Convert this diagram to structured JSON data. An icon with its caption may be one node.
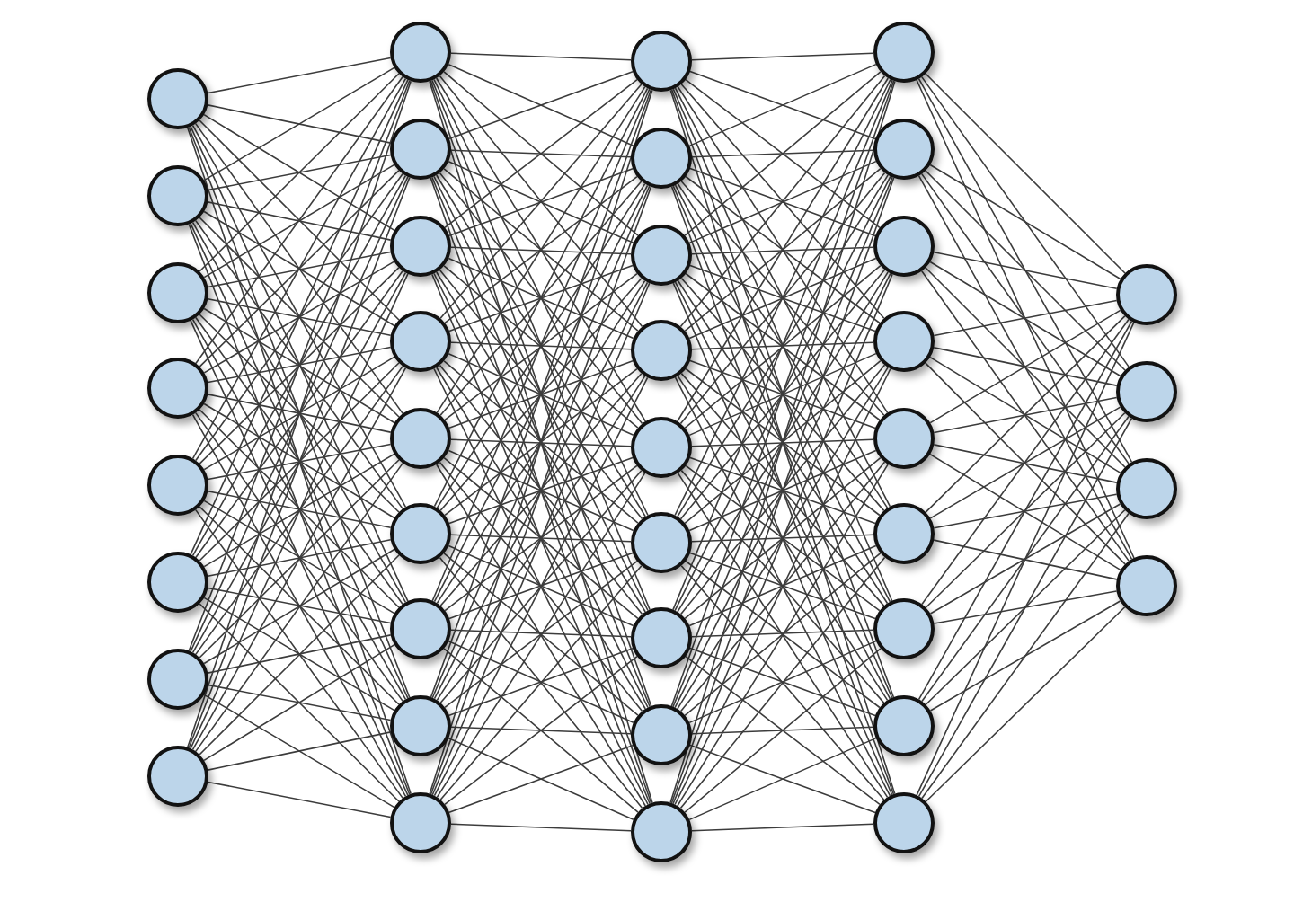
{
  "diagram": {
    "nodes": [
      {
        "text": [],
        "shape": "circle"
      },
      {
        "text": [],
        "shape": "circle"
      },
      {
        "text": [],
        "shape": "circle"
      },
      {
        "text": [],
        "shape": "circle"
      },
      {
        "text": [],
        "shape": "circle"
      },
      {
        "text": [],
        "shape": "circle"
      },
      {
        "text": [],
        "shape": "circle"
      },
      {
        "text": [],
        "shape": "circle"
      },
      {
        "text": [],
        "shape": "circle"
      },
      {
        "text": [],
        "shape": "circle"
      },
      {
        "text": [],
        "shape": "circle"
      },
      {
        "text": [],
        "shape": "circle"
      },
      {
        "text": [],
        "shape": "circle"
      },
      {
        "text": [],
        "shape": "circle"
      },
      {
        "text": [],
        "shape": "circle"
      },
      {
        "text": [],
        "shape": "circle"
      },
      {
        "text": [],
        "shape": "circle"
      },
      {
        "text": [],
        "shape": "circle"
      },
      {
        "text": [],
        "shape": "circle"
      },
      {
        "text": [],
        "shape": "circle"
      },
      {
        "text": [],
        "shape": "circle"
      },
      {
        "text": [],
        "shape": "circle"
      },
      {
        "text": [],
        "shape": "circle"
      },
      {
        "text": [],
        "shape": "circle"
      },
      {
        "text": [],
        "shape": "circle"
      },
      {
        "text": [],
        "shape": "circle"
      },
      {
        "text": [],
        "shape": "circle"
      },
      {
        "text": [],
        "shape": "circle"
      },
      {
        "text": [],
        "shape": "circle"
      },
      {
        "text": [],
        "shape": "circle"
      },
      {
        "text": [],
        "shape": "circle"
      },
      {
        "text": [],
        "shape": "circle"
      },
      {
        "text": [],
        "shape": "circle"
      },
      {
        "text": [],
        "shape": "circle"
      },
      {
        "text": [],
        "shape": "circle"
      },
      {
        "text": [],
        "shape": "circle"
      },
      {
        "text": [],
        "shape": "circle"
      },
      {
        "text": [],
        "shape": "circle"
      },
      {
        "text": [],
        "shape": "circle"
      }
    ],
    "edges": [
      {
        "from": 0,
        "to": 8,
        "arrow": "none"
      },
      {
        "from": 0,
        "to": 9,
        "arrow": "none"
      },
      {
        "from": 0,
        "to": 10,
        "arrow": "none"
      },
      {
        "from": 0,
        "to": 11,
        "arrow": "none"
      },
      {
        "from": 0,
        "to": 12,
        "arrow": "none"
      },
      {
        "from": 0,
        "to": 13,
        "arrow": "none"
      },
      {
        "from": 0,
        "to": 14,
        "arrow": "none"
      },
      {
        "from": 0,
        "to": 15,
        "arrow": "none"
      },
      {
        "from": 0,
        "to": 16,
        "arrow": "none"
      },
      {
        "from": 1,
        "to": 8,
        "arrow": "none"
      },
      {
        "from": 1,
        "to": 9,
        "arrow": "none"
      },
      {
        "from": 1,
        "to": 10,
        "arrow": "none"
      },
      {
        "from": 1,
        "to": 11,
        "arrow": "none"
      },
      {
        "from": 1,
        "to": 12,
        "arrow": "none"
      },
      {
        "from": 1,
        "to": 13,
        "arrow": "none"
      },
      {
        "from": 1,
        "to": 14,
        "arrow": "none"
      },
      {
        "from": 1,
        "to": 15,
        "arrow": "none"
      },
      {
        "from": 1,
        "to": 16,
        "arrow": "none"
      },
      {
        "from": 2,
        "to": 8,
        "arrow": "none"
      },
      {
        "from": 2,
        "to": 9,
        "arrow": "none"
      },
      {
        "from": 2,
        "to": 10,
        "arrow": "none"
      },
      {
        "from": 2,
        "to": 11,
        "arrow": "none"
      },
      {
        "from": 2,
        "to": 12,
        "arrow": "none"
      },
      {
        "from": 2,
        "to": 13,
        "arrow": "none"
      },
      {
        "from": 2,
        "to": 14,
        "arrow": "none"
      },
      {
        "from": 2,
        "to": 15,
        "arrow": "none"
      },
      {
        "from": 2,
        "to": 16,
        "arrow": "none"
      },
      {
        "from": 3,
        "to": 8,
        "arrow": "none"
      },
      {
        "from": 3,
        "to": 9,
        "arrow": "none"
      },
      {
        "from": 3,
        "to": 10,
        "arrow": "none"
      },
      {
        "from": 3,
        "to": 11,
        "arrow": "none"
      },
      {
        "from": 3,
        "to": 12,
        "arrow": "none"
      },
      {
        "from": 3,
        "to": 13,
        "arrow": "none"
      },
      {
        "from": 3,
        "to": 14,
        "arrow": "none"
      },
      {
        "from": 3,
        "to": 15,
        "arrow": "none"
      },
      {
        "from": 3,
        "to": 16,
        "arrow": "none"
      },
      {
        "from": 4,
        "to": 8,
        "arrow": "none"
      },
      {
        "from": 4,
        "to": 9,
        "arrow": "none"
      },
      {
        "from": 4,
        "to": 10,
        "arrow": "none"
      },
      {
        "from": 4,
        "to": 11,
        "arrow": "none"
      },
      {
        "from": 4,
        "to": 12,
        "arrow": "none"
      },
      {
        "from": 4,
        "to": 13,
        "arrow": "none"
      },
      {
        "from": 4,
        "to": 14,
        "arrow": "none"
      },
      {
        "from": 4,
        "to": 15,
        "arrow": "none"
      },
      {
        "from": 4,
        "to": 16,
        "arrow": "none"
      },
      {
        "from": 5,
        "to": 8,
        "arrow": "none"
      },
      {
        "from": 5,
        "to": 9,
        "arrow": "none"
      },
      {
        "from": 5,
        "to": 10,
        "arrow": "none"
      },
      {
        "from": 5,
        "to": 11,
        "arrow": "none"
      },
      {
        "from": 5,
        "to": 12,
        "arrow": "none"
      },
      {
        "from": 5,
        "to": 13,
        "arrow": "none"
      },
      {
        "from": 5,
        "to": 14,
        "arrow": "none"
      },
      {
        "from": 5,
        "to": 15,
        "arrow": "none"
      },
      {
        "from": 5,
        "to": 16,
        "arrow": "none"
      },
      {
        "from": 6,
        "to": 8,
        "arrow": "none"
      },
      {
        "from": 6,
        "to": 9,
        "arrow": "none"
      },
      {
        "from": 6,
        "to": 10,
        "arrow": "none"
      },
      {
        "from": 6,
        "to": 11,
        "arrow": "none"
      },
      {
        "from": 6,
        "to": 12,
        "arrow": "none"
      },
      {
        "from": 6,
        "to": 13,
        "arrow": "none"
      },
      {
        "from": 6,
        "to": 14,
        "arrow": "none"
      },
      {
        "from": 6,
        "to": 15,
        "arrow": "none"
      },
      {
        "from": 6,
        "to": 16,
        "arrow": "none"
      },
      {
        "from": 7,
        "to": 8,
        "arrow": "none"
      },
      {
        "from": 7,
        "to": 9,
        "arrow": "none"
      },
      {
        "from": 7,
        "to": 10,
        "arrow": "none"
      },
      {
        "from": 7,
        "to": 11,
        "arrow": "none"
      },
      {
        "from": 7,
        "to": 12,
        "arrow": "none"
      },
      {
        "from": 7,
        "to": 13,
        "arrow": "none"
      },
      {
        "from": 7,
        "to": 14,
        "arrow": "none"
      },
      {
        "from": 7,
        "to": 15,
        "arrow": "none"
      },
      {
        "from": 7,
        "to": 16,
        "arrow": "none"
      },
      {
        "from": 8,
        "to": 17,
        "arrow": "none"
      },
      {
        "from": 8,
        "to": 18,
        "arrow": "none"
      },
      {
        "from": 8,
        "to": 19,
        "arrow": "none"
      },
      {
        "from": 8,
        "to": 20,
        "arrow": "none"
      },
      {
        "from": 8,
        "to": 21,
        "arrow": "none"
      },
      {
        "from": 8,
        "to": 22,
        "arrow": "none"
      },
      {
        "from": 8,
        "to": 23,
        "arrow": "none"
      },
      {
        "from": 8,
        "to": 24,
        "arrow": "none"
      },
      {
        "from": 8,
        "to": 25,
        "arrow": "none"
      },
      {
        "from": 9,
        "to": 17,
        "arrow": "none"
      },
      {
        "from": 9,
        "to": 18,
        "arrow": "none"
      },
      {
        "from": 9,
        "to": 19,
        "arrow": "none"
      },
      {
        "from": 9,
        "to": 20,
        "arrow": "none"
      },
      {
        "from": 9,
        "to": 21,
        "arrow": "none"
      },
      {
        "from": 9,
        "to": 22,
        "arrow": "none"
      },
      {
        "from": 9,
        "to": 23,
        "arrow": "none"
      },
      {
        "from": 9,
        "to": 24,
        "arrow": "none"
      },
      {
        "from": 9,
        "to": 25,
        "arrow": "none"
      },
      {
        "from": 10,
        "to": 17,
        "arrow": "none"
      },
      {
        "from": 10,
        "to": 18,
        "arrow": "none"
      },
      {
        "from": 10,
        "to": 19,
        "arrow": "none"
      },
      {
        "from": 10,
        "to": 20,
        "arrow": "none"
      },
      {
        "from": 10,
        "to": 21,
        "arrow": "none"
      },
      {
        "from": 10,
        "to": 22,
        "arrow": "none"
      },
      {
        "from": 10,
        "to": 23,
        "arrow": "none"
      },
      {
        "from": 10,
        "to": 24,
        "arrow": "none"
      },
      {
        "from": 10,
        "to": 25,
        "arrow": "none"
      },
      {
        "from": 11,
        "to": 17,
        "arrow": "none"
      },
      {
        "from": 11,
        "to": 18,
        "arrow": "none"
      },
      {
        "from": 11,
        "to": 19,
        "arrow": "none"
      },
      {
        "from": 11,
        "to": 20,
        "arrow": "none"
      },
      {
        "from": 11,
        "to": 21,
        "arrow": "none"
      },
      {
        "from": 11,
        "to": 22,
        "arrow": "none"
      },
      {
        "from": 11,
        "to": 23,
        "arrow": "none"
      },
      {
        "from": 11,
        "to": 24,
        "arrow": "none"
      },
      {
        "from": 11,
        "to": 25,
        "arrow": "none"
      },
      {
        "from": 12,
        "to": 17,
        "arrow": "none"
      },
      {
        "from": 12,
        "to": 18,
        "arrow": "none"
      },
      {
        "from": 12,
        "to": 19,
        "arrow": "none"
      },
      {
        "from": 12,
        "to": 20,
        "arrow": "none"
      },
      {
        "from": 12,
        "to": 21,
        "arrow": "none"
      },
      {
        "from": 12,
        "to": 22,
        "arrow": "none"
      },
      {
        "from": 12,
        "to": 23,
        "arrow": "none"
      },
      {
        "from": 12,
        "to": 24,
        "arrow": "none"
      },
      {
        "from": 12,
        "to": 25,
        "arrow": "none"
      },
      {
        "from": 13,
        "to": 17,
        "arrow": "none"
      },
      {
        "from": 13,
        "to": 18,
        "arrow": "none"
      },
      {
        "from": 13,
        "to": 19,
        "arrow": "none"
      },
      {
        "from": 13,
        "to": 20,
        "arrow": "none"
      },
      {
        "from": 13,
        "to": 21,
        "arrow": "none"
      },
      {
        "from": 13,
        "to": 22,
        "arrow": "none"
      },
      {
        "from": 13,
        "to": 23,
        "arrow": "none"
      },
      {
        "from": 13,
        "to": 24,
        "arrow": "none"
      },
      {
        "from": 13,
        "to": 25,
        "arrow": "none"
      },
      {
        "from": 14,
        "to": 17,
        "arrow": "none"
      },
      {
        "from": 14,
        "to": 18,
        "arrow": "none"
      },
      {
        "from": 14,
        "to": 19,
        "arrow": "none"
      },
      {
        "from": 14,
        "to": 20,
        "arrow": "none"
      },
      {
        "from": 14,
        "to": 21,
        "arrow": "none"
      },
      {
        "from": 14,
        "to": 22,
        "arrow": "none"
      },
      {
        "from": 14,
        "to": 23,
        "arrow": "none"
      },
      {
        "from": 14,
        "to": 24,
        "arrow": "none"
      },
      {
        "from": 14,
        "to": 25,
        "arrow": "none"
      },
      {
        "from": 15,
        "to": 17,
        "arrow": "none"
      },
      {
        "from": 15,
        "to": 18,
        "arrow": "none"
      },
      {
        "from": 15,
        "to": 19,
        "arrow": "none"
      },
      {
        "from": 15,
        "to": 20,
        "arrow": "none"
      },
      {
        "from": 15,
        "to": 21,
        "arrow": "none"
      },
      {
        "from": 15,
        "to": 22,
        "arrow": "none"
      },
      {
        "from": 15,
        "to": 23,
        "arrow": "none"
      },
      {
        "from": 15,
        "to": 24,
        "arrow": "none"
      },
      {
        "from": 15,
        "to": 25,
        "arrow": "none"
      },
      {
        "from": 16,
        "to": 17,
        "arrow": "none"
      },
      {
        "from": 16,
        "to": 18,
        "arrow": "none"
      },
      {
        "from": 16,
        "to": 19,
        "arrow": "none"
      },
      {
        "from": 16,
        "to": 20,
        "arrow": "none"
      },
      {
        "from": 16,
        "to": 21,
        "arrow": "none"
      },
      {
        "from": 16,
        "to": 22,
        "arrow": "none"
      },
      {
        "from": 16,
        "to": 23,
        "arrow": "none"
      },
      {
        "from": 16,
        "to": 24,
        "arrow": "none"
      },
      {
        "from": 16,
        "to": 25,
        "arrow": "none"
      },
      {
        "from": 17,
        "to": 26,
        "arrow": "none"
      },
      {
        "from": 17,
        "to": 27,
        "arrow": "none"
      },
      {
        "from": 17,
        "to": 28,
        "arrow": "none"
      },
      {
        "from": 17,
        "to": 29,
        "arrow": "none"
      },
      {
        "from": 17,
        "to": 30,
        "arrow": "none"
      },
      {
        "from": 17,
        "to": 31,
        "arrow": "none"
      },
      {
        "from": 17,
        "to": 32,
        "arrow": "none"
      },
      {
        "from": 17,
        "to": 33,
        "arrow": "none"
      },
      {
        "from": 17,
        "to": 34,
        "arrow": "none"
      },
      {
        "from": 18,
        "to": 26,
        "arrow": "none"
      },
      {
        "from": 18,
        "to": 27,
        "arrow": "none"
      },
      {
        "from": 18,
        "to": 28,
        "arrow": "none"
      },
      {
        "from": 18,
        "to": 29,
        "arrow": "none"
      },
      {
        "from": 18,
        "to": 30,
        "arrow": "none"
      },
      {
        "from": 18,
        "to": 31,
        "arrow": "none"
      },
      {
        "from": 18,
        "to": 32,
        "arrow": "none"
      },
      {
        "from": 18,
        "to": 33,
        "arrow": "none"
      },
      {
        "from": 18,
        "to": 34,
        "arrow": "none"
      },
      {
        "from": 19,
        "to": 26,
        "arrow": "none"
      },
      {
        "from": 19,
        "to": 27,
        "arrow": "none"
      },
      {
        "from": 19,
        "to": 28,
        "arrow": "none"
      },
      {
        "from": 19,
        "to": 29,
        "arrow": "none"
      },
      {
        "from": 19,
        "to": 30,
        "arrow": "none"
      },
      {
        "from": 19,
        "to": 31,
        "arrow": "none"
      },
      {
        "from": 19,
        "to": 32,
        "arrow": "none"
      },
      {
        "from": 19,
        "to": 33,
        "arrow": "none"
      },
      {
        "from": 19,
        "to": 34,
        "arrow": "none"
      },
      {
        "from": 20,
        "to": 26,
        "arrow": "none"
      },
      {
        "from": 20,
        "to": 27,
        "arrow": "none"
      },
      {
        "from": 20,
        "to": 28,
        "arrow": "none"
      },
      {
        "from": 20,
        "to": 29,
        "arrow": "none"
      },
      {
        "from": 20,
        "to": 30,
        "arrow": "none"
      },
      {
        "from": 20,
        "to": 31,
        "arrow": "none"
      },
      {
        "from": 20,
        "to": 32,
        "arrow": "none"
      },
      {
        "from": 20,
        "to": 33,
        "arrow": "none"
      },
      {
        "from": 20,
        "to": 34,
        "arrow": "none"
      },
      {
        "from": 21,
        "to": 26,
        "arrow": "none"
      },
      {
        "from": 21,
        "to": 27,
        "arrow": "none"
      },
      {
        "from": 21,
        "to": 28,
        "arrow": "none"
      },
      {
        "from": 21,
        "to": 29,
        "arrow": "none"
      },
      {
        "from": 21,
        "to": 30,
        "arrow": "none"
      },
      {
        "from": 21,
        "to": 31,
        "arrow": "none"
      },
      {
        "from": 21,
        "to": 32,
        "arrow": "none"
      },
      {
        "from": 21,
        "to": 33,
        "arrow": "none"
      },
      {
        "from": 21,
        "to": 34,
        "arrow": "none"
      },
      {
        "from": 22,
        "to": 26,
        "arrow": "none"
      },
      {
        "from": 22,
        "to": 27,
        "arrow": "none"
      },
      {
        "from": 22,
        "to": 28,
        "arrow": "none"
      },
      {
        "from": 22,
        "to": 29,
        "arrow": "none"
      },
      {
        "from": 22,
        "to": 30,
        "arrow": "none"
      },
      {
        "from": 22,
        "to": 31,
        "arrow": "none"
      },
      {
        "from": 22,
        "to": 32,
        "arrow": "none"
      },
      {
        "from": 22,
        "to": 33,
        "arrow": "none"
      },
      {
        "from": 22,
        "to": 34,
        "arrow": "none"
      },
      {
        "from": 23,
        "to": 26,
        "arrow": "none"
      },
      {
        "from": 23,
        "to": 27,
        "arrow": "none"
      },
      {
        "from": 23,
        "to": 28,
        "arrow": "none"
      },
      {
        "from": 23,
        "to": 29,
        "arrow": "none"
      },
      {
        "from": 23,
        "to": 30,
        "arrow": "none"
      },
      {
        "from": 23,
        "to": 31,
        "arrow": "none"
      },
      {
        "from": 23,
        "to": 32,
        "arrow": "none"
      },
      {
        "from": 23,
        "to": 33,
        "arrow": "none"
      },
      {
        "from": 23,
        "to": 34,
        "arrow": "none"
      },
      {
        "from": 24,
        "to": 26,
        "arrow": "none"
      },
      {
        "from": 24,
        "to": 27,
        "arrow": "none"
      },
      {
        "from": 24,
        "to": 28,
        "arrow": "none"
      },
      {
        "from": 24,
        "to": 29,
        "arrow": "none"
      },
      {
        "from": 24,
        "to": 30,
        "arrow": "none"
      },
      {
        "from": 24,
        "to": 31,
        "arrow": "none"
      },
      {
        "from": 24,
        "to": 32,
        "arrow": "none"
      },
      {
        "from": 24,
        "to": 33,
        "arrow": "none"
      },
      {
        "from": 24,
        "to": 34,
        "arrow": "none"
      },
      {
        "from": 25,
        "to": 26,
        "arrow": "none"
      },
      {
        "from": 25,
        "to": 27,
        "arrow": "none"
      },
      {
        "from": 25,
        "to": 28,
        "arrow": "none"
      },
      {
        "from": 25,
        "to": 29,
        "arrow": "none"
      },
      {
        "from": 25,
        "to": 30,
        "arrow": "none"
      },
      {
        "from": 25,
        "to": 31,
        "arrow": "none"
      },
      {
        "from": 25,
        "to": 32,
        "arrow": "none"
      },
      {
        "from": 25,
        "to": 33,
        "arrow": "none"
      },
      {
        "from": 25,
        "to": 34,
        "arrow": "none"
      },
      {
        "from": 26,
        "to": 35,
        "arrow": "none"
      },
      {
        "from": 26,
        "to": 36,
        "arrow": "none"
      },
      {
        "from": 26,
        "to": 37,
        "arrow": "none"
      },
      {
        "from": 26,
        "to": 38,
        "arrow": "none"
      },
      {
        "from": 27,
        "to": 35,
        "arrow": "none"
      },
      {
        "from": 27,
        "to": 36,
        "arrow": "none"
      },
      {
        "from": 27,
        "to": 37,
        "arrow": "none"
      },
      {
        "from": 27,
        "to": 38,
        "arrow": "none"
      },
      {
        "from": 28,
        "to": 35,
        "arrow": "none"
      },
      {
        "from": 28,
        "to": 36,
        "arrow": "none"
      },
      {
        "from": 28,
        "to": 37,
        "arrow": "none"
      },
      {
        "from": 28,
        "to": 38,
        "arrow": "none"
      },
      {
        "from": 29,
        "to": 35,
        "arrow": "none"
      },
      {
        "from": 29,
        "to": 36,
        "arrow": "none"
      },
      {
        "from": 29,
        "to": 37,
        "arrow": "none"
      },
      {
        "from": 29,
        "to": 38,
        "arrow": "none"
      },
      {
        "from": 30,
        "to": 35,
        "arrow": "none"
      },
      {
        "from": 30,
        "to": 36,
        "arrow": "none"
      },
      {
        "from": 30,
        "to": 37,
        "arrow": "none"
      },
      {
        "from": 30,
        "to": 38,
        "arrow": "none"
      },
      {
        "from": 31,
        "to": 35,
        "arrow": "none"
      },
      {
        "from": 31,
        "to": 36,
        "arrow": "none"
      },
      {
        "from": 31,
        "to": 37,
        "arrow": "none"
      },
      {
        "from": 31,
        "to": 38,
        "arrow": "none"
      },
      {
        "from": 32,
        "to": 35,
        "arrow": "none"
      },
      {
        "from": 32,
        "to": 36,
        "arrow": "none"
      },
      {
        "from": 32,
        "to": 37,
        "arrow": "none"
      },
      {
        "from": 32,
        "to": 38,
        "arrow": "none"
      },
      {
        "from": 33,
        "to": 35,
        "arrow": "none"
      },
      {
        "from": 33,
        "to": 36,
        "arrow": "none"
      },
      {
        "from": 33,
        "to": 37,
        "arrow": "none"
      },
      {
        "from": 33,
        "to": 38,
        "arrow": "none"
      },
      {
        "from": 34,
        "to": 35,
        "arrow": "none"
      },
      {
        "from": 34,
        "to": 36,
        "arrow": "none"
      },
      {
        "from": 34,
        "to": 37,
        "arrow": "none"
      },
      {
        "from": 34,
        "to": 38,
        "arrow": "none"
      }
    ]
  }
}
